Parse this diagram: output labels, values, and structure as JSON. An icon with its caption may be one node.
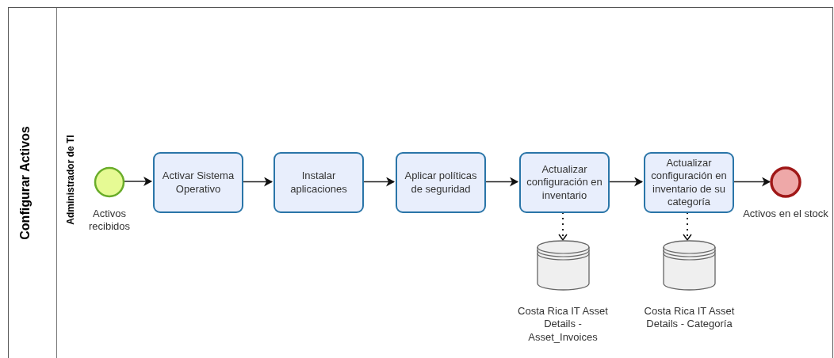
{
  "diagram": {
    "nodes": [
      {
        "text": [
          "Configurar Activos"
        ]
      },
      {
        "text": [
          "Administrador de TI"
        ],
        "in": 0
      },
      {
        "text": [
          "Activos recibidos"
        ],
        "in": 1
      },
      {
        "text": [
          "Activar Sistema Operativo"
        ],
        "in": 1
      },
      {
        "text": [
          "Instalar aplicaciones"
        ],
        "in": 1
      },
      {
        "text": [
          "Aplicar políticas de seguridad"
        ],
        "in": 1
      },
      {
        "text": [
          "Actualizar configuración en inventario"
        ],
        "in": 1
      },
      {
        "text": [
          "Actualizar configuración en inventario de su categoría"
        ],
        "in": 1
      },
      {
        "text": [
          "Activos en el stock"
        ],
        "in": 1
      },
      {
        "text": [
          "Costa Rica IT Asset Details - Asset_Invoices"
        ],
        "in": 1
      },
      {
        "text": [
          "Costa Rica IT Asset Details - Categoría"
        ],
        "in": 1
      }
    ],
    "edges": [
      {
        "from": 2,
        "to": 3,
        "arrow": "to"
      },
      {
        "from": 3,
        "to": 4,
        "arrow": "to"
      },
      {
        "from": 4,
        "to": 5,
        "arrow": "to"
      },
      {
        "from": 5,
        "to": 6,
        "arrow": "to"
      },
      {
        "from": 6,
        "to": 7,
        "arrow": "to"
      },
      {
        "from": 7,
        "to": 8,
        "arrow": "to"
      },
      {
        "from": 6,
        "to": 9,
        "arrow": "to",
        "style": "dashed"
      },
      {
        "from": 7,
        "to": 10,
        "arrow": "to",
        "style": "dashed"
      }
    ]
  }
}
